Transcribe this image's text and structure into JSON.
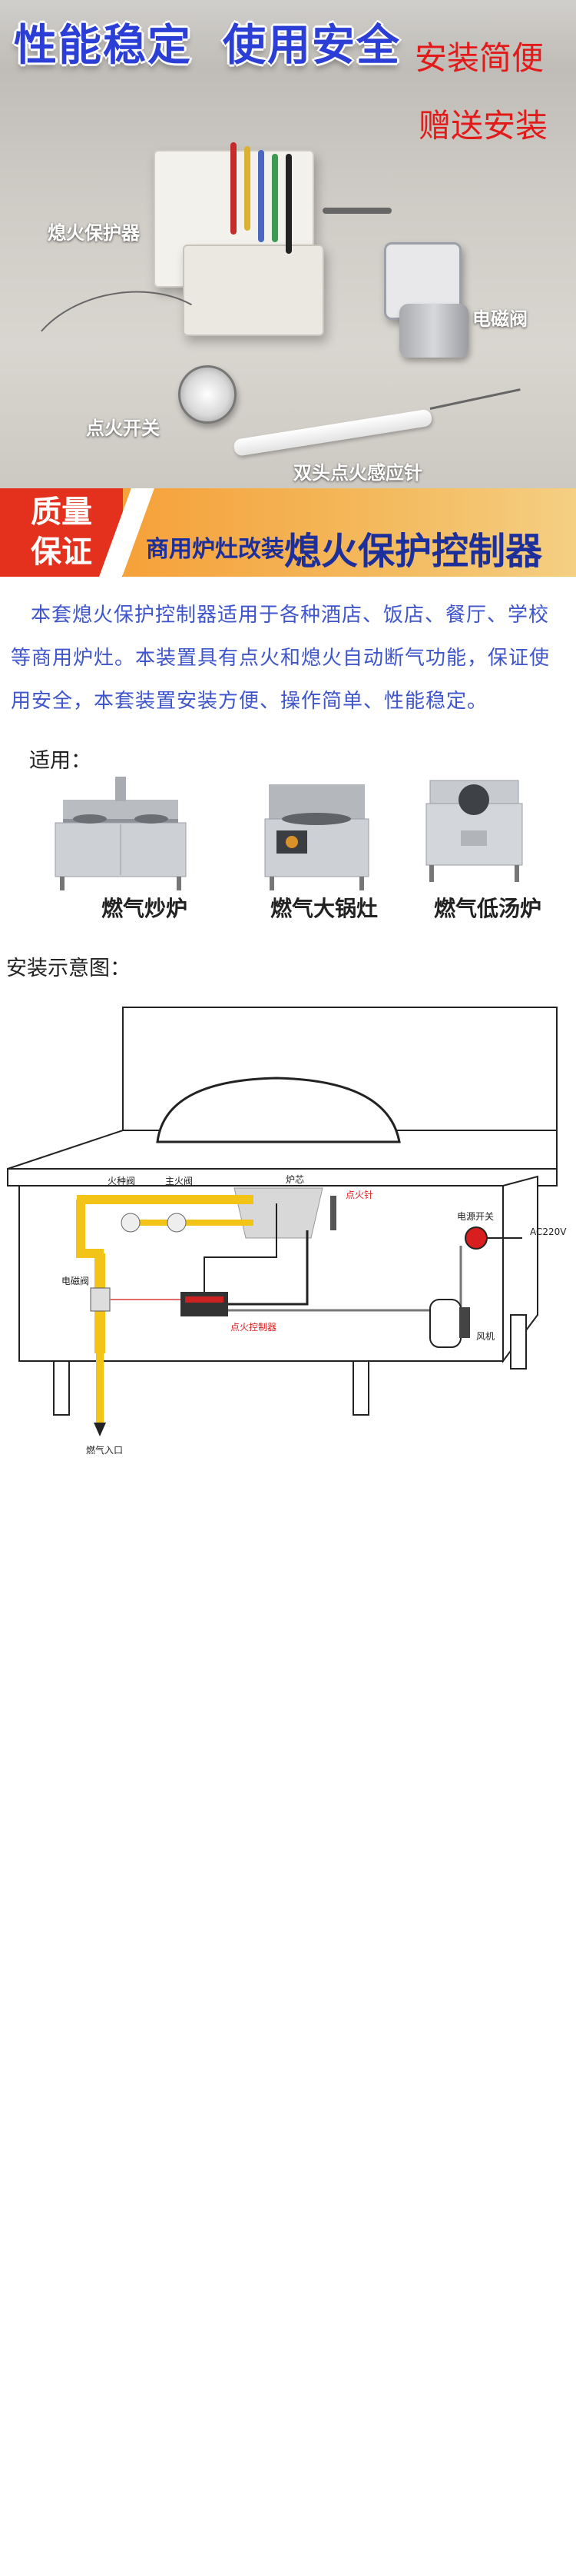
{
  "hero": {
    "slogan_left": "性能稳定",
    "slogan_right": "使用安全",
    "note_line1": "安装简便",
    "note_line2": "赠送安装",
    "labels": {
      "controller": "熄火保护器",
      "valve": "电磁阀",
      "switch": "点火开关",
      "needle": "双头点火感应针"
    },
    "banner": {
      "quality_line1": "质量",
      "quality_line2": "保证",
      "subtitle": "商用炉灶改装",
      "title": "熄火保护控制器"
    },
    "colors": {
      "slogan": "#2b3fd6",
      "note": "#e21a1a",
      "banner_red": "#e3311d",
      "banner_orange": "#f6a13a",
      "banner_text": "#1d2f9a"
    }
  },
  "intro": {
    "text": "本套熄火保护控制器适用于各种酒店、饭店、餐厅、学校等商用炉灶。本装置具有点火和熄火自动断气功能，保证使用安全，本套装置安装方便、操作简单、性能稳定。",
    "color": "#3f55cc"
  },
  "applicable": {
    "title": "适用：",
    "items": [
      {
        "label": "燃气炒炉",
        "icon": "double-burner-stove-icon"
      },
      {
        "label": "燃气大锅灶",
        "icon": "large-wok-stove-icon"
      },
      {
        "label": "燃气低汤炉",
        "icon": "low-soup-stove-icon"
      }
    ]
  },
  "install": {
    "title": "安装示意图：",
    "labels": {
      "pilot_valve": "火种阀",
      "main_valve": "主火阀",
      "core": "炉芯",
      "ignition_needle": "点火针",
      "power_switch": "电源开关",
      "power": "AC220V",
      "solenoid": "电磁阀",
      "controller": "点火控制器",
      "fan": "风机",
      "gas_inlet": "燃气入口"
    }
  }
}
